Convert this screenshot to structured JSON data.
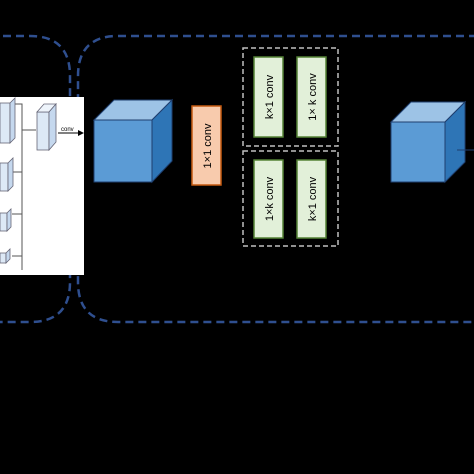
{
  "colors": {
    "background": "#000000",
    "dashed_border": "#2f4f8f",
    "cube_front": "#5b9bd5",
    "cube_top": "#9dc3e6",
    "cube_side": "#2e75b6",
    "conv1x1_fill": "#f8cbad",
    "conv1x1_stroke": "#c55a11",
    "convk_fill": "#e2f0d9",
    "convk_stroke": "#548235",
    "inner_panel": "#ffffff",
    "dotted_group": "#bfbfbf"
  },
  "labels": {
    "inset_conv": "conv",
    "conv_1x1": "1×1 conv",
    "conv_kx1_top": "k×1 conv",
    "conv_1xk_top": "1× k conv",
    "conv_1xk_bottom": "1×k conv",
    "conv_kx1_bottom": "k×1 conv"
  },
  "icons": {
    "cube": "cube-icon",
    "arrow": "arrow-right-icon"
  }
}
